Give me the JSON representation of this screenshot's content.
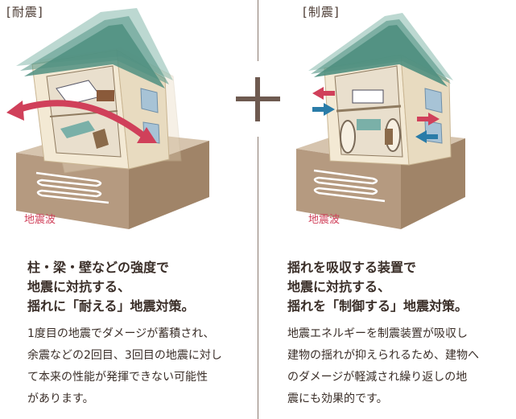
{
  "left": {
    "label": "[耐震]",
    "wave_label": "地震波",
    "heading": [
      "柱・梁・壁などの強度で",
      "地震に対抗する、",
      "揺れに「耐える」地震対策。"
    ],
    "body": [
      "1度目の地震でダメージが蓄積され、",
      "余震などの2回目、3回目の地震に対し",
      "て本来の性能が発揮できない可能性",
      "があります。"
    ]
  },
  "right": {
    "label": "[制震]",
    "wave_label": "地震波",
    "heading": [
      "揺れを吸収する装置で",
      "地震に対抗する、",
      "揺れを「制御する」地震対策。"
    ],
    "body": [
      "地震エネルギーを制震装置が吸収し",
      "建物の揺れが抑えられるため、建物へ",
      "のダメージが軽減され繰り返しの地",
      "震にも効果的です。"
    ]
  },
  "colors": {
    "accent": "#d0405a",
    "arrow_blue": "#2a7ca8",
    "roof": "#5a9a8a",
    "ground": "#b8a088",
    "wall": "#f3e9d4"
  }
}
